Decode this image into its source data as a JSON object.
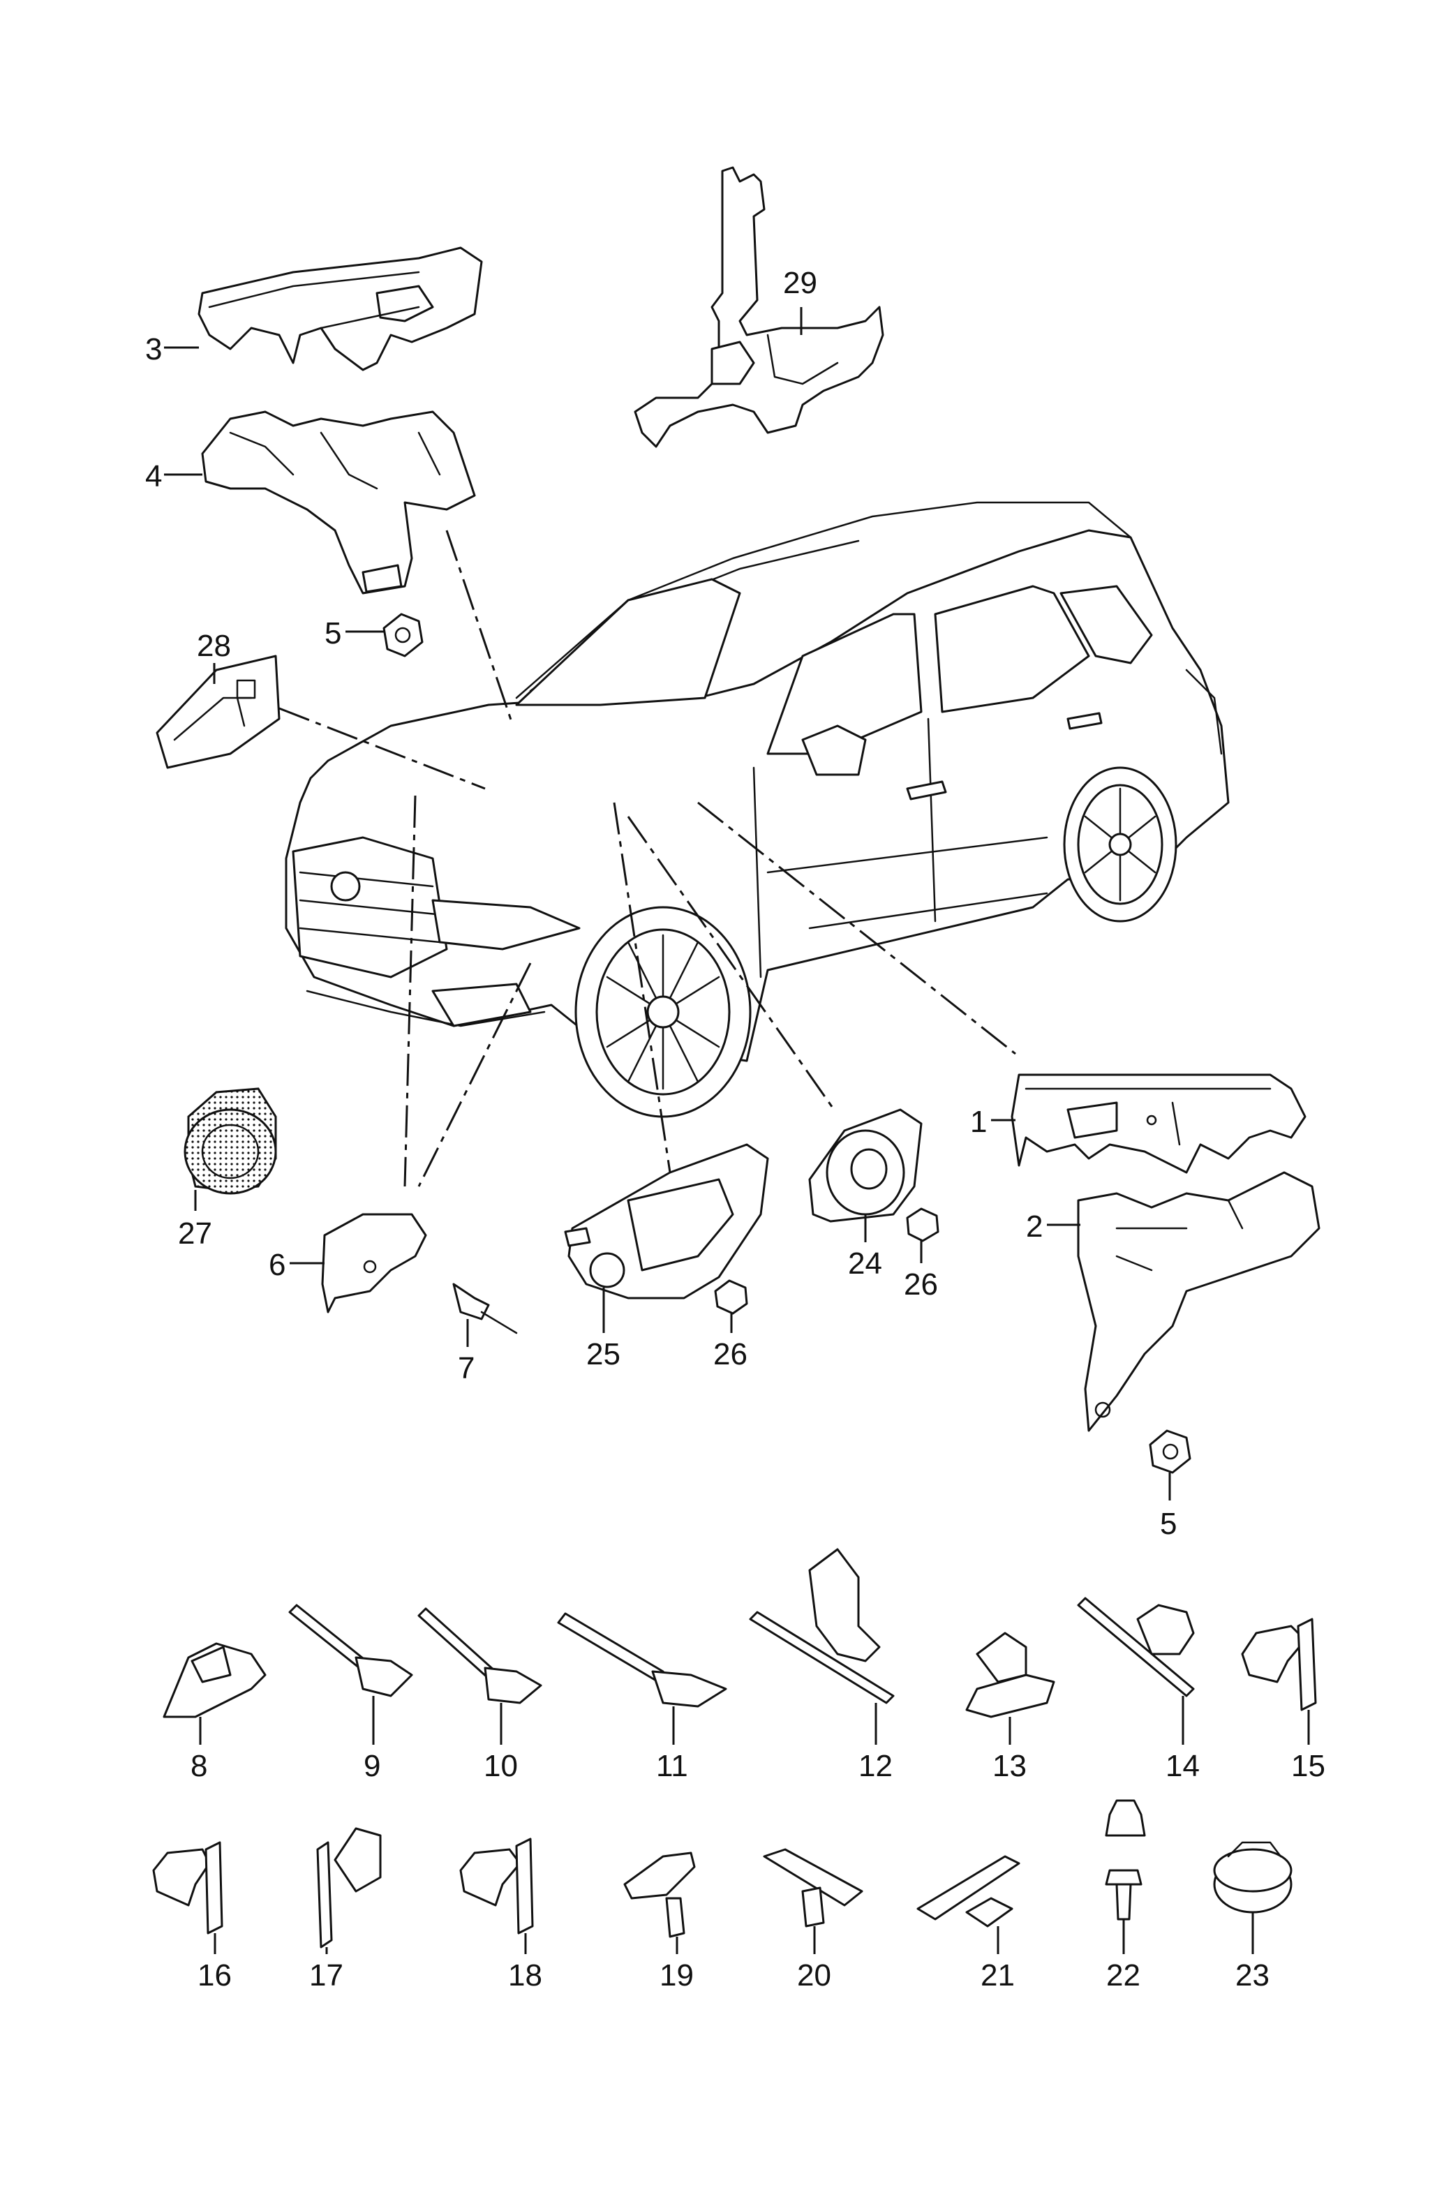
{
  "callouts": {
    "c1": "1",
    "c2": "2",
    "c3": "3",
    "c4": "4",
    "c5a": "5",
    "c5b": "5",
    "c6": "6",
    "c7": "7",
    "c8": "8",
    "c9": "9",
    "c10": "10",
    "c11": "11",
    "c12": "12",
    "c13": "13",
    "c14": "14",
    "c15": "15",
    "c16": "16",
    "c17": "17",
    "c18": "18",
    "c19": "19",
    "c20": "20",
    "c21": "21",
    "c22": "22",
    "c23": "23",
    "c24": "24",
    "c25": "25",
    "c26a": "26",
    "c26b": "26",
    "c27": "27",
    "c28": "28",
    "c29": "29"
  },
  "colors": {
    "ink": "#111111",
    "paper": "#ffffff"
  }
}
